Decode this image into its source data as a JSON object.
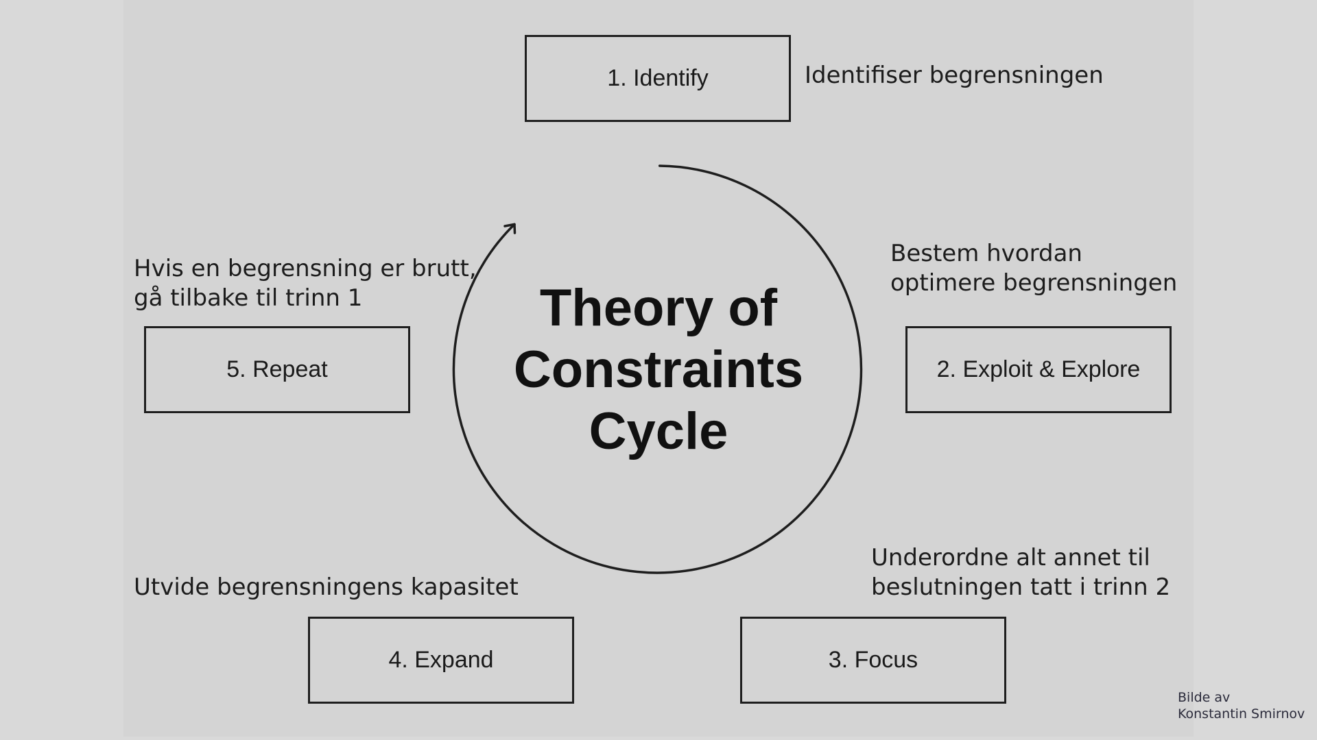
{
  "diagram": {
    "title_lines": [
      "Theory of",
      "Constraints",
      "Cycle"
    ],
    "steps": [
      {
        "label": "1. Identify",
        "note_lines": [
          "Identifiser begrensningen"
        ]
      },
      {
        "label": "2. Exploit & Explore",
        "note_lines": [
          "Bestem hvordan",
          "optimere begrensningen"
        ]
      },
      {
        "label": "3. Focus",
        "note_lines": [
          "Underordne alt annet til",
          "beslutningen tatt i trinn 2"
        ]
      },
      {
        "label": "4. Expand",
        "note_lines": [
          "Utvide begrensningens kapasitet"
        ]
      },
      {
        "label": "5. Repeat",
        "note_lines": [
          "Hvis en begrensning er brutt,",
          "gå tilbake til trinn 1"
        ]
      }
    ],
    "credit_lines": [
      "Bilde av",
      "Konstantin Smirnov"
    ],
    "colors": {
      "background": "#d9d9d9",
      "line": "#1e1e1e",
      "text": "#111111"
    },
    "icons": {
      "cycle": "circular-arrow-icon"
    }
  }
}
